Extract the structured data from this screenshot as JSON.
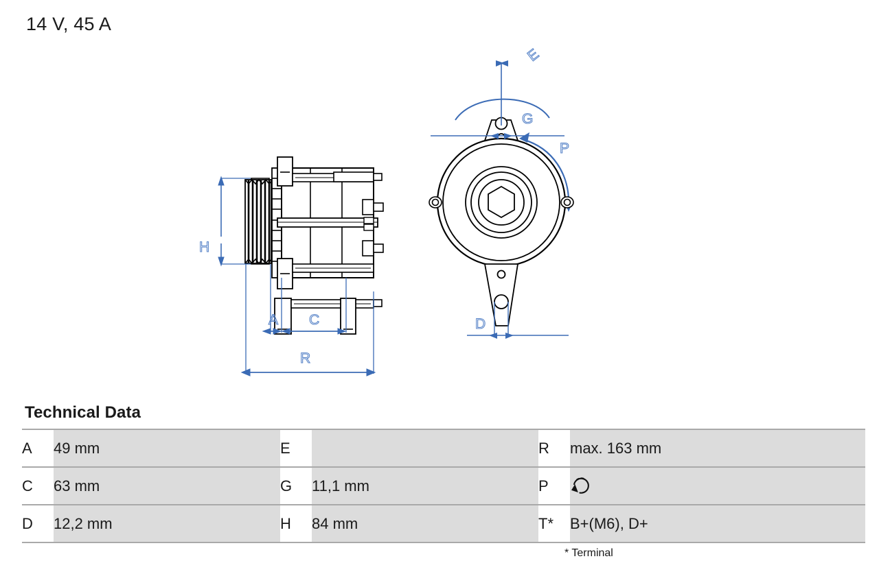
{
  "document": {
    "title": "14 V, 45 A",
    "section_heading": "Technical Data",
    "footnote": "* Terminal"
  },
  "colors": {
    "dimension_blue": "#3B6BB5",
    "dimension_label_blue": "#5B86C9",
    "table_row_fill": "#DCDCDC",
    "table_rule": "#A9A9A9",
    "line_black": "#000000",
    "text": "#1A1A1A"
  },
  "drawings": {
    "side_view": {
      "name": "alternator-side-view",
      "dimension_labels": [
        "H",
        "A",
        "C",
        "R"
      ]
    },
    "front_view": {
      "name": "alternator-front-view",
      "dimension_labels": [
        "E",
        "G",
        "P",
        "D"
      ]
    }
  },
  "table": {
    "rows": [
      {
        "col1": {
          "label": "A",
          "value": "49 mm"
        },
        "col2": {
          "label": "E",
          "value": ""
        },
        "col3": {
          "label": "R",
          "value": "max. 163 mm"
        }
      },
      {
        "col1": {
          "label": "C",
          "value": "63 mm"
        },
        "col2": {
          "label": "G",
          "value": "11,1 mm"
        },
        "col3": {
          "label": "P",
          "value": "",
          "icon": "rotation-counterclockwise-icon"
        }
      },
      {
        "col1": {
          "label": "D",
          "value": "12,2 mm"
        },
        "col2": {
          "label": "H",
          "value": "84 mm"
        },
        "col3": {
          "label": "T*",
          "value": "B+(M6), D+"
        }
      }
    ]
  }
}
